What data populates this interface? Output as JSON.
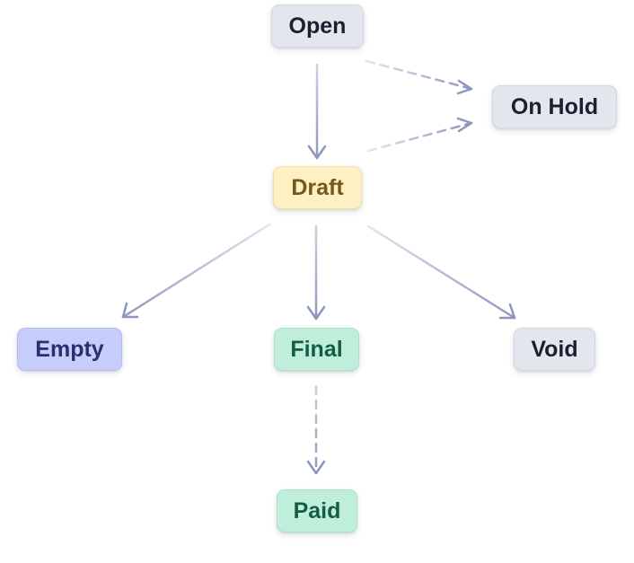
{
  "diagram": {
    "nodes": [
      {
        "id": "open",
        "label": "Open",
        "color": "#e2e6ed"
      },
      {
        "id": "onhold",
        "label": "On Hold",
        "color": "#e2e6ed"
      },
      {
        "id": "draft",
        "label": "Draft",
        "color": "#fdf0c3"
      },
      {
        "id": "empty",
        "label": "Empty",
        "color": "#c6cdfa"
      },
      {
        "id": "final",
        "label": "Final",
        "color": "#bfeedb"
      },
      {
        "id": "void",
        "label": "Void",
        "color": "#e2e6ed"
      },
      {
        "id": "paid",
        "label": "Paid",
        "color": "#bfeedb"
      }
    ],
    "edges": [
      {
        "from": "open",
        "to": "draft",
        "style": "solid"
      },
      {
        "from": "open",
        "to": "onhold",
        "style": "dashed"
      },
      {
        "from": "draft",
        "to": "onhold",
        "style": "dashed"
      },
      {
        "from": "draft",
        "to": "empty",
        "style": "solid"
      },
      {
        "from": "draft",
        "to": "final",
        "style": "solid"
      },
      {
        "from": "draft",
        "to": "void",
        "style": "solid"
      },
      {
        "from": "final",
        "to": "paid",
        "style": "dashed"
      }
    ],
    "edge_color": "#8f96bd"
  }
}
